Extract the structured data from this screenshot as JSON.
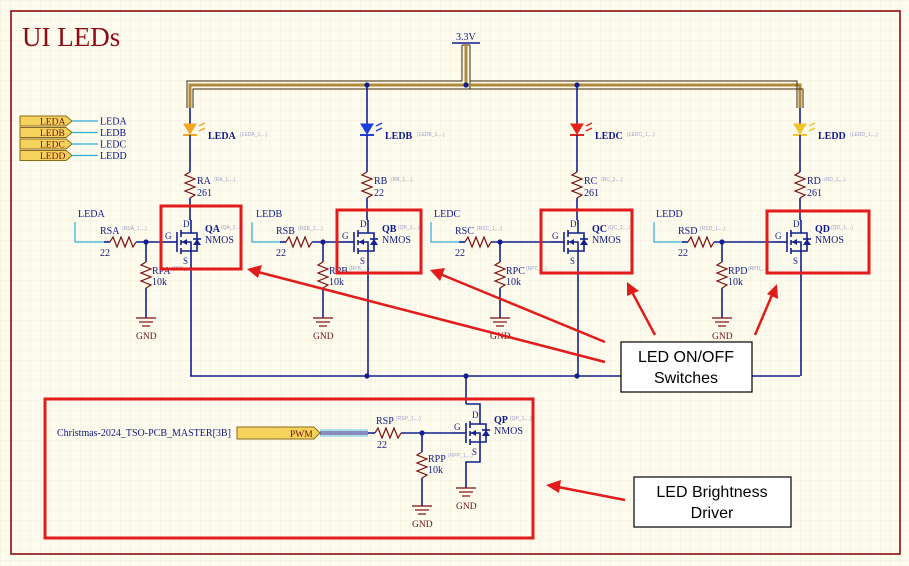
{
  "sheet": {
    "title": "UI LEDs",
    "supply": "3.3V"
  },
  "ports": [
    "LEDA",
    "LEDB",
    "LEDC",
    "LEDD"
  ],
  "net_labels": [
    "LEDA",
    "LEDB",
    "LEDC",
    "LEDD"
  ],
  "channels": [
    {
      "gate_net": "LEDA",
      "gate_res": "RSA",
      "gate_res_val": "22",
      "gate_res_tag": "(RSA_1,...)",
      "pull_res": "RPA",
      "pull_res_val": "10k",
      "pull_res_tag": "(RPA_...)",
      "fet": "QA",
      "fet_type": "NMOS",
      "fet_tag": "(QA_1,...)",
      "led": "LEDA",
      "led_tag": "(LEDA_1,...)",
      "led_color": "#f2a521",
      "series_res": "RA",
      "series_res_val": "261",
      "series_res_tag": "(RA_1,...)"
    },
    {
      "gate_net": "LEDB",
      "gate_res": "RSB",
      "gate_res_val": "22",
      "gate_res_tag": "(RSB_1,...)",
      "pull_res": "RPB",
      "pull_res_val": "10k",
      "pull_res_tag": "(RPB_...)",
      "fet": "QB",
      "fet_type": "NMOS",
      "fet_tag": "(QB_1,...)",
      "led": "LEDB",
      "led_tag": "(LEDB_1,...)",
      "led_color": "#1c3fe0",
      "series_res": "RB",
      "series_res_val": "22",
      "series_res_tag": "(RB_1,...)"
    },
    {
      "gate_net": "LEDC",
      "gate_res": "RSC",
      "gate_res_val": "22",
      "gate_res_tag": "(RSC_1,...)",
      "pull_res": "RPC",
      "pull_res_val": "10k",
      "pull_res_tag": "(RPC_...)",
      "fet": "QC",
      "fet_type": "NMOS",
      "fet_tag": "(QC_1,...)",
      "led": "LEDC",
      "led_tag": "(LEDC_1,...)",
      "led_color": "#e8211b",
      "series_res": "RC",
      "series_res_val": "261",
      "series_res_tag": "(RC_1,...)"
    },
    {
      "gate_net": "LEDD",
      "gate_res": "RSD",
      "gate_res_val": "22",
      "gate_res_tag": "(RSD_1,...)",
      "pull_res": "RPD",
      "pull_res_val": "10k",
      "pull_res_tag": "(RPD_...)",
      "fet": "QD",
      "fet_type": "NMOS",
      "fet_tag": "(QD_1,...)",
      "led": "LEDD",
      "led_tag": "(LEDD_1,...)",
      "led_color": "#f2c22a",
      "series_res": "RD",
      "series_res_val": "261",
      "series_res_tag": "(RD_1,...)"
    }
  ],
  "driver": {
    "sheet_ref": "Christmas-2024_TSO-PCB_MASTER[3B]",
    "port": "PWM",
    "gate_res": "RSP",
    "gate_res_val": "22",
    "gate_res_tag": "(RSP_1,...)",
    "pull_res": "RPP",
    "pull_res_val": "10k",
    "pull_res_tag": "(RPP_1,...)",
    "fet": "QP",
    "fet_type": "NMOS",
    "fet_tag": "(QP_1,...)"
  },
  "pins": {
    "gate": "G",
    "drain": "D",
    "source": "S"
  },
  "ground_label": "GND",
  "callouts": {
    "switches": [
      "LED ON/OFF",
      "Switches"
    ],
    "driver": [
      "LED Brightness",
      "Driver"
    ]
  },
  "colors": {
    "frame": "#8b0d12",
    "wire": "#12208f",
    "highlight": "#e21b1b",
    "port_fill": "#f5d25c",
    "bus": "#b08a3a"
  }
}
